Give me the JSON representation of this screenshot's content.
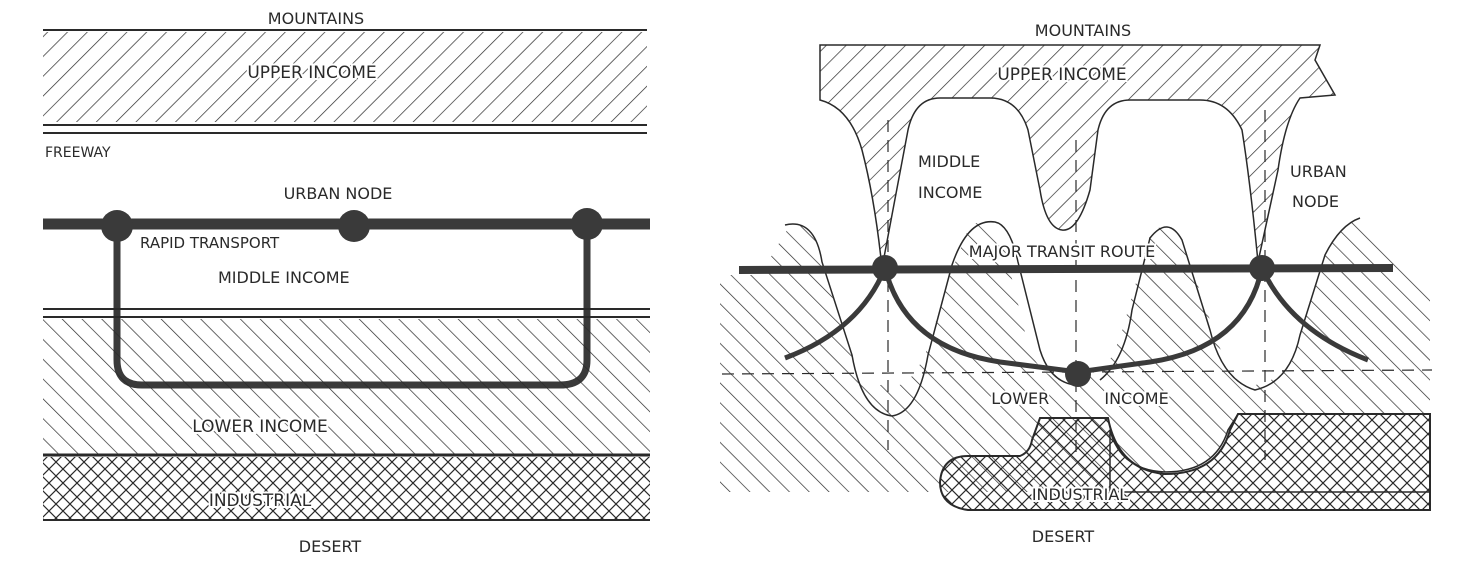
{
  "left_diagram": {
    "mountains": "MOUNTAINS",
    "upper_income": "UPPER INCOME",
    "freeway": "FREEWAY",
    "urban_node": "URBAN NODE",
    "rapid_transport": "RAPID TRANSPORT",
    "middle_income": "MIDDLE INCOME",
    "lower_income": "LOWER INCOME",
    "industrial": "INDUSTRIAL",
    "desert": "DESERT"
  },
  "right_diagram": {
    "mountains": "MOUNTAINS",
    "upper_income": "UPPER INCOME",
    "middle_income_line1": "MIDDLE",
    "middle_income_line2": "INCOME",
    "urban_node_line1": "URBAN",
    "urban_node_line2": "NODE",
    "major_transit_route": "MAJOR TRANSIT ROUTE",
    "lower_income": "LOWER INCOME",
    "industrial": "INDUSTRIAL",
    "desert": "DESERT"
  },
  "colors": {
    "ink": "#2a2a2a",
    "transit": "#3a3a3a",
    "paper": "#ffffff"
  }
}
